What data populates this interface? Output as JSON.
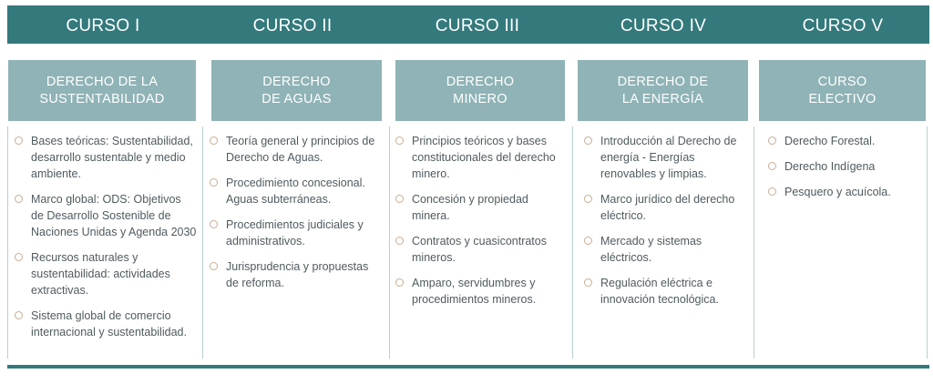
{
  "courses": [
    {
      "title": "CURSO I",
      "subject_line1": "DERECHO  DE LA",
      "subject_line2": "SUSTENTABILIDAD",
      "items": [
        "Bases teóricas: Sustentabilidad, desarrollo sustentable y medio ambiente.",
        "Marco global: ODS: Objetivos de Desarrollo Sostenible de Naciones Unidas y Agenda 2030",
        "Recursos naturales y sustentabilidad: actividades extractivas.",
        "Sistema global de comercio internacional y sustentabilidad."
      ]
    },
    {
      "title": "CURSO II",
      "subject_line1": "DERECHO",
      "subject_line2": "DE AGUAS",
      "items": [
        "Teoría general y principios de Derecho de Aguas.",
        "Procedimiento concesional. Aguas subterráneas.",
        "Procedimientos judiciales y administrativos.",
        "Jurisprudencia y propuestas de reforma."
      ]
    },
    {
      "title": "CURSO III",
      "subject_line1": "DERECHO",
      "subject_line2": "MINERO",
      "items": [
        "Principios teóricos y bases constitucionales del derecho minero.",
        "Concesión y propiedad minera.",
        "Contratos y cuasicontratos mineros.",
        "Amparo, servidumbres y procedimientos mineros."
      ]
    },
    {
      "title": "CURSO IV",
      "subject_line1": "DERECHO DE",
      "subject_line2": "LA ENERGÍA",
      "items": [
        "Introducción al Derecho de energía - Energías renovables y limpias.",
        "Marco jurídico del derecho eléctrico.",
        "Mercado y sistemas eléctricos.",
        "Regulación eléctrica e innovación tecnológica."
      ]
    },
    {
      "title": "CURSO V",
      "subject_line1": "CURSO",
      "subject_line2": "ELECTIVO",
      "items": [
        "Derecho Forestal.",
        "Derecho Indígena",
        "Pesquero y acuícola."
      ]
    }
  ],
  "colors": {
    "header_bg": "#34797c",
    "subject_bg": "#8fb3b6",
    "bullet": "#c9ad93",
    "text": "#4f5b5f"
  }
}
